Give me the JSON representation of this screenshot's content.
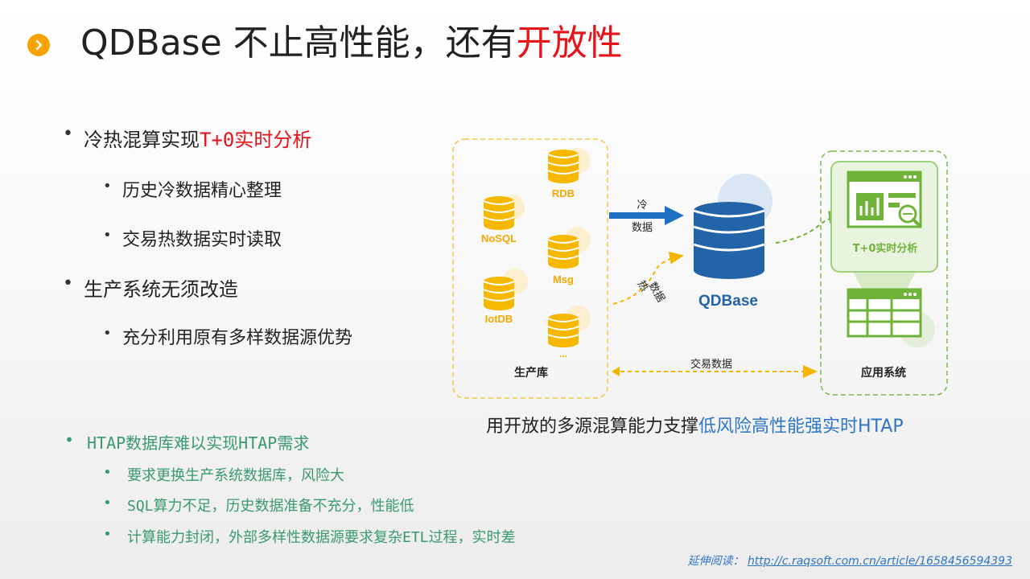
{
  "title": {
    "prefix": "QDBase 不止高性能，还有",
    "highlight": "开放性"
  },
  "bullets": [
    {
      "level": 1,
      "text": "冷热混算实现",
      "highlight": "T+0实时分析"
    },
    {
      "level": 2,
      "text": "历史冷数据精心整理"
    },
    {
      "level": 2,
      "text": "交易热数据实时读取"
    },
    {
      "level": 1,
      "text": "生产系统无须改造"
    },
    {
      "level": 2,
      "text": "充分利用原有多样数据源优势"
    }
  ],
  "diagram": {
    "sources": [
      "RDB",
      "NoSQL",
      "Msg",
      "IotDB",
      "..."
    ],
    "production_label": "生产库",
    "cold_arrow": [
      "冷",
      "数据"
    ],
    "hot_arrow": [
      "热",
      "数据"
    ],
    "qdbase_label": "QDBase",
    "analysis_label": "T+0实时分析",
    "app_label": "应用系统",
    "trade_label": "交易数据",
    "colors": {
      "accent_yellow": "#f5b400",
      "qdbase_blue": "#2363a8",
      "app_green": "#6fb33b",
      "arrow_blue": "#1f6fc5"
    }
  },
  "caption": {
    "text": "用开放的多源混算能力支撑",
    "highlight": "低风险高性能强实时HTAP"
  },
  "problems": {
    "heading": "HTAP数据库难以实现HTAP需求",
    "items": [
      "要求更换生产系统数据库，风险大",
      "SQL算力不足，历史数据准备不充分，性能低",
      "计算能力封闭，外部多样性数据源要求复杂ETL过程，实时差"
    ]
  },
  "footer": {
    "label": "延伸阅读：",
    "link": "http://c.raqsoft.com.cn/article/1658456594393"
  }
}
